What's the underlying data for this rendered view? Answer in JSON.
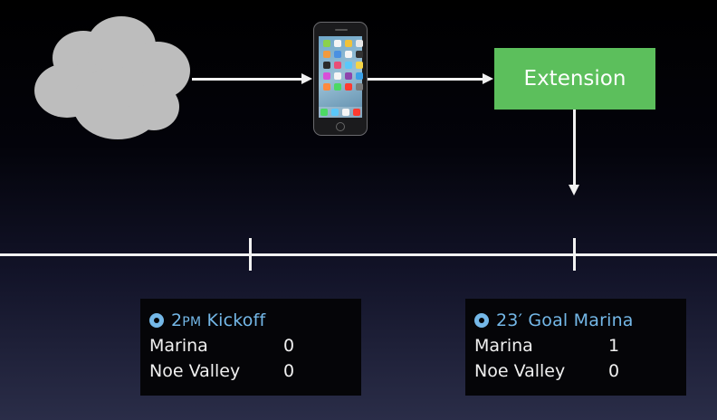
{
  "diagram": {
    "nodes": {
      "cloud": {
        "icon": "cloud-icon"
      },
      "phone": {
        "icon": "iphone-icon"
      },
      "extension": {
        "label": "Extension",
        "color": "#5cbf5c"
      }
    },
    "edges": [
      {
        "from": "cloud",
        "to": "phone"
      },
      {
        "from": "phone",
        "to": "extension"
      },
      {
        "from": "extension",
        "to": "timeline"
      }
    ]
  },
  "timeline": {
    "entries": [
      {
        "title_main": "2",
        "title_smallcaps": "PM",
        "title_rest": " Kickoff",
        "icon": "soccer-ball-icon",
        "rows": [
          {
            "team": "Marina",
            "score": "0"
          },
          {
            "team": "Noe Valley",
            "score": "0"
          }
        ]
      },
      {
        "title_main": "23′ Goal Marina",
        "title_smallcaps": "",
        "title_rest": "",
        "icon": "soccer-ball-icon",
        "rows": [
          {
            "team": "Marina",
            "score": "1"
          },
          {
            "team": "Noe Valley",
            "score": "0"
          }
        ]
      }
    ]
  },
  "colors": {
    "accent_text": "#74b8e8",
    "extension_fill": "#5cbf5c",
    "cloud_fill": "#bdbdbd",
    "line": "#f2f2f2"
  }
}
